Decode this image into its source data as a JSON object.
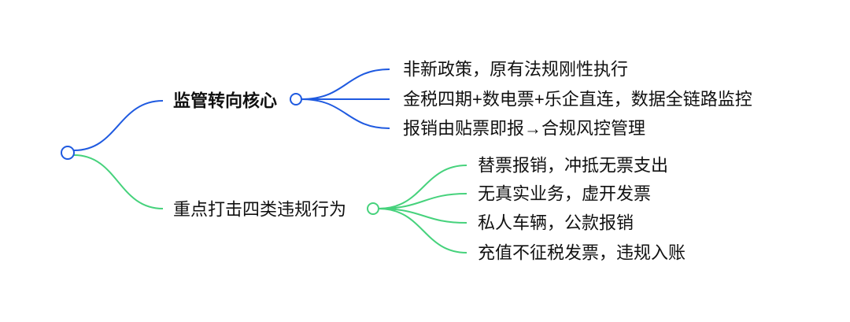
{
  "root": {
    "color": "#1f5ae0"
  },
  "branches": [
    {
      "label": "监管转向核心",
      "color": "#1f5ae0",
      "children": [
        "非新政策，原有法规刚性执行",
        "金税四期+数电票+乐企直连，数据全链路监控",
        "报销由贴票即报→合规风控管理"
      ]
    },
    {
      "label": "重点打击四类违规行为",
      "color": "#46d27c",
      "children": [
        "替票报销，冲抵无票支出",
        "无真实业务，虚开发票",
        "私人车辆，公款报销",
        "充值不征税发票，违规入账"
      ]
    }
  ]
}
